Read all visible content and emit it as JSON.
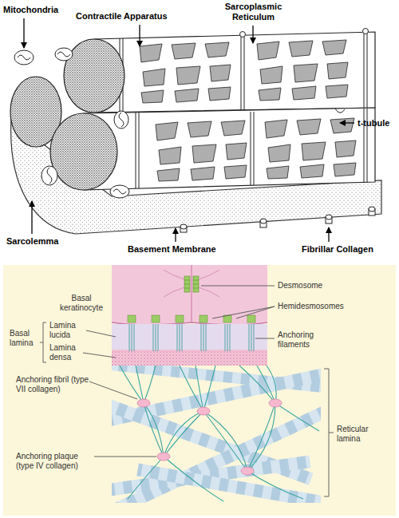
{
  "diagram": {
    "labels": [
      "Mitochondria",
      "Contractile Apparatus",
      "Sarcoplasmic Reticulum",
      "t-tubule",
      "Sarcolemma",
      "Basement Membrane",
      "Fibrillar Collagen",
      "Basal keratinocyte",
      "Desmosome",
      "Hemidesmosomes",
      "Basal lamina",
      "Lamina lucida",
      "Lamina densa",
      "Anchoring filaments",
      "Anchoring fibril (type VII collagen)",
      "Anchoring plaque (type IV collagen)",
      "Reticular lamina"
    ]
  }
}
